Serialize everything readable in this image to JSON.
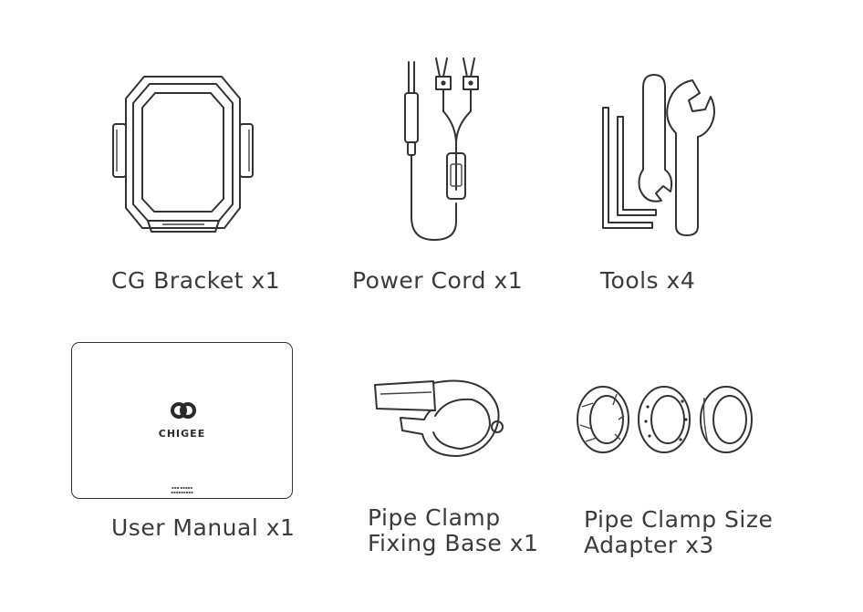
{
  "items": [
    {
      "id": "cg-bracket",
      "label": "CG Bracket x1"
    },
    {
      "id": "power-cord",
      "label": "Power Cord x1"
    },
    {
      "id": "tools",
      "label": "Tools x4"
    },
    {
      "id": "user-manual",
      "label": "User Manual x1",
      "brand": "CHIGEE"
    },
    {
      "id": "pipe-clamp-base",
      "label_line1": "Pipe Clamp",
      "label_line2": "Fixing Base x1"
    },
    {
      "id": "pipe-clamp-adapter",
      "label_line1": "Pipe Clamp Size",
      "label_line2": "Adapter x3"
    }
  ],
  "colors": {
    "line": "#333333",
    "text": "#3b3b3b",
    "background": "#ffffff"
  }
}
